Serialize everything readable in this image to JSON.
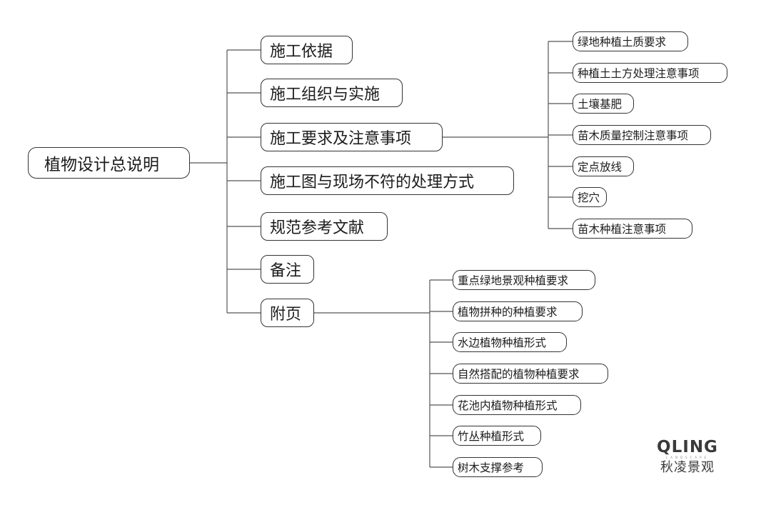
{
  "diagram": {
    "root": "植物设计总说明",
    "branches": [
      "施工依据",
      "施工组织与实施",
      "施工要求及注意事项",
      "施工图与现场不符的处理方式",
      "规范参考文献",
      "备注",
      "附页"
    ],
    "branch_3_children": [
      "绿地种植土质要求",
      "种植土土方处理注意事项",
      "土壤基肥",
      "苗木质量控制注意事项",
      "定点放线",
      "挖穴",
      "苗木种植注意事项"
    ],
    "branch_7_children": [
      "重点绿地景观种植要求",
      "植物拼种的种植要求",
      "水边植物种植形式",
      "自然搭配的植物种植要求",
      "花池内植物种植形式",
      "竹丛种植形式",
      "树木支撑参考"
    ]
  },
  "watermark": {
    "logo_text": "QLING",
    "logo_subtext": "LANDSCAPE",
    "name_cn": "秋凌景观"
  }
}
